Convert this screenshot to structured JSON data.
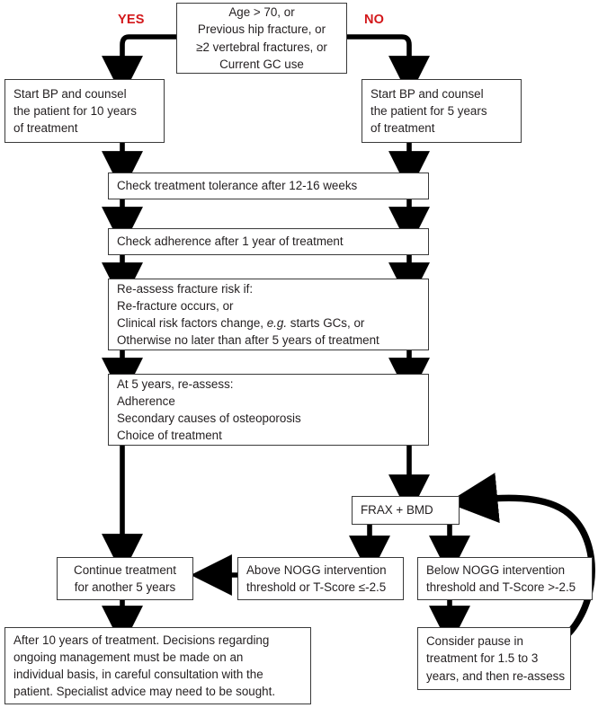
{
  "diagram": {
    "title": "Osteoporosis treatment pathway flowchart",
    "accent_color": "#d3171a",
    "line_color": "#000000",
    "box_border_color": "#3a3a3a",
    "background": "#ffffff"
  },
  "labels": {
    "yes": "YES",
    "no": "NO"
  },
  "nodes": {
    "criteria": {
      "lines": [
        "Age > 70, or",
        "Previous hip fracture, or",
        "≥2 vertebral fractures, or",
        "Current GC use"
      ]
    },
    "start_10y": {
      "lines": [
        "Start BP and counsel",
        "the patient for 10 years",
        "of treatment"
      ]
    },
    "start_5y": {
      "lines": [
        "Start BP and counsel",
        "the patient for 5 years",
        "of treatment"
      ]
    },
    "tolerance": {
      "lines": [
        "Check treatment tolerance after 12-16 weeks"
      ]
    },
    "adherence": {
      "lines": [
        "Check adherence after 1 year of treatment"
      ]
    },
    "reassess_risk": {
      "lines": [
        "Re-assess fracture risk if:",
        "Re-fracture occurs, or",
        "Clinical risk factors change, e.g. starts GCs, or",
        "Otherwise no later than after 5 years of treatment"
      ],
      "italic_fragment": "e.g."
    },
    "at_5_years": {
      "lines": [
        "At 5 years, re-assess:",
        "Adherence",
        "Secondary causes of osteoporosis",
        "Choice of treatment"
      ]
    },
    "frax_bmd": {
      "lines": [
        "FRAX + BMD"
      ]
    },
    "above_nogg": {
      "lines": [
        "Above NOGG intervention",
        "threshold or T-Score ≤-2.5"
      ]
    },
    "below_nogg": {
      "lines": [
        "Below NOGG intervention",
        "threshold and T-Score >-2.5"
      ]
    },
    "continue_treatment": {
      "lines": [
        "Continue treatment",
        "for another 5 years"
      ]
    },
    "after_10_years": {
      "lines": [
        "After 10 years of treatment. Decisions regarding",
        "ongoing management must be made on an",
        "individual basis, in careful consultation with the",
        "patient. Specialist advice may need to be sought."
      ]
    },
    "consider_pause": {
      "lines": [
        "Consider pause in",
        "treatment for 1.5 to 3",
        "years, and then re-assess"
      ]
    }
  }
}
